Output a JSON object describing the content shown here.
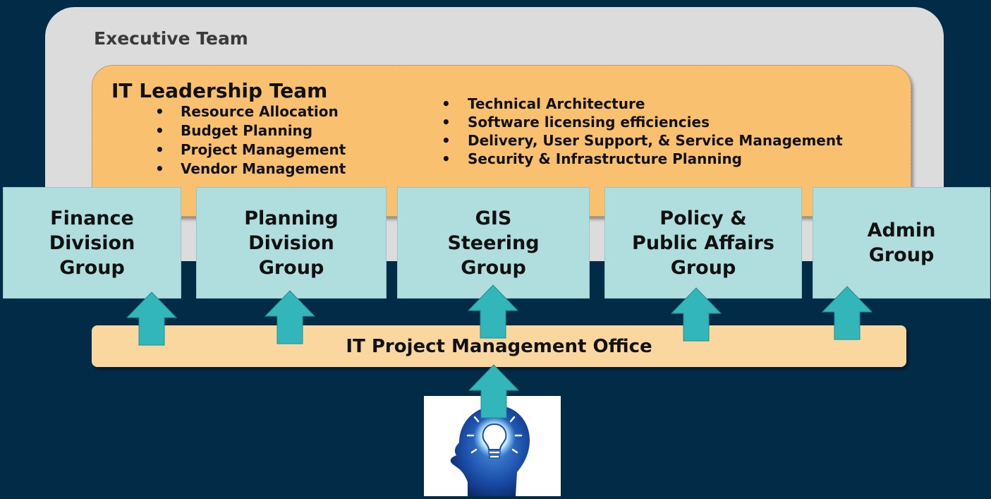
{
  "executive_team": {
    "title": "Executive Team"
  },
  "it_leadership": {
    "title": "IT Leadership Team",
    "left_bullets": [
      "Resource Allocation",
      "Budget Planning",
      "Project Management",
      "Vendor Management"
    ],
    "right_bullets": [
      "Technical Architecture",
      "Software licensing efficiencies",
      "Delivery, User Support, & Service Management",
      "Security & Infrastructure Planning"
    ]
  },
  "groups": [
    {
      "label": "Finance\nDivision\nGroup"
    },
    {
      "label": "Planning\nDivision\nGroup"
    },
    {
      "label": "GIS\nSteering\nGroup"
    },
    {
      "label": "Policy &\nPublic Affairs\nGroup"
    },
    {
      "label": "Admin\nGroup"
    }
  ],
  "pmo": {
    "label": "IT Project Management Office"
  },
  "icons": {
    "arrow": "up-arrow-icon",
    "idea": "head-lightbulb-icon"
  },
  "colors": {
    "background": "#022b47",
    "executive": "#dcdcdc",
    "leadership": "#f9c16f",
    "group": "#b0dedf",
    "pmo": "#fbd7a0",
    "arrow": "#33b6b9"
  }
}
